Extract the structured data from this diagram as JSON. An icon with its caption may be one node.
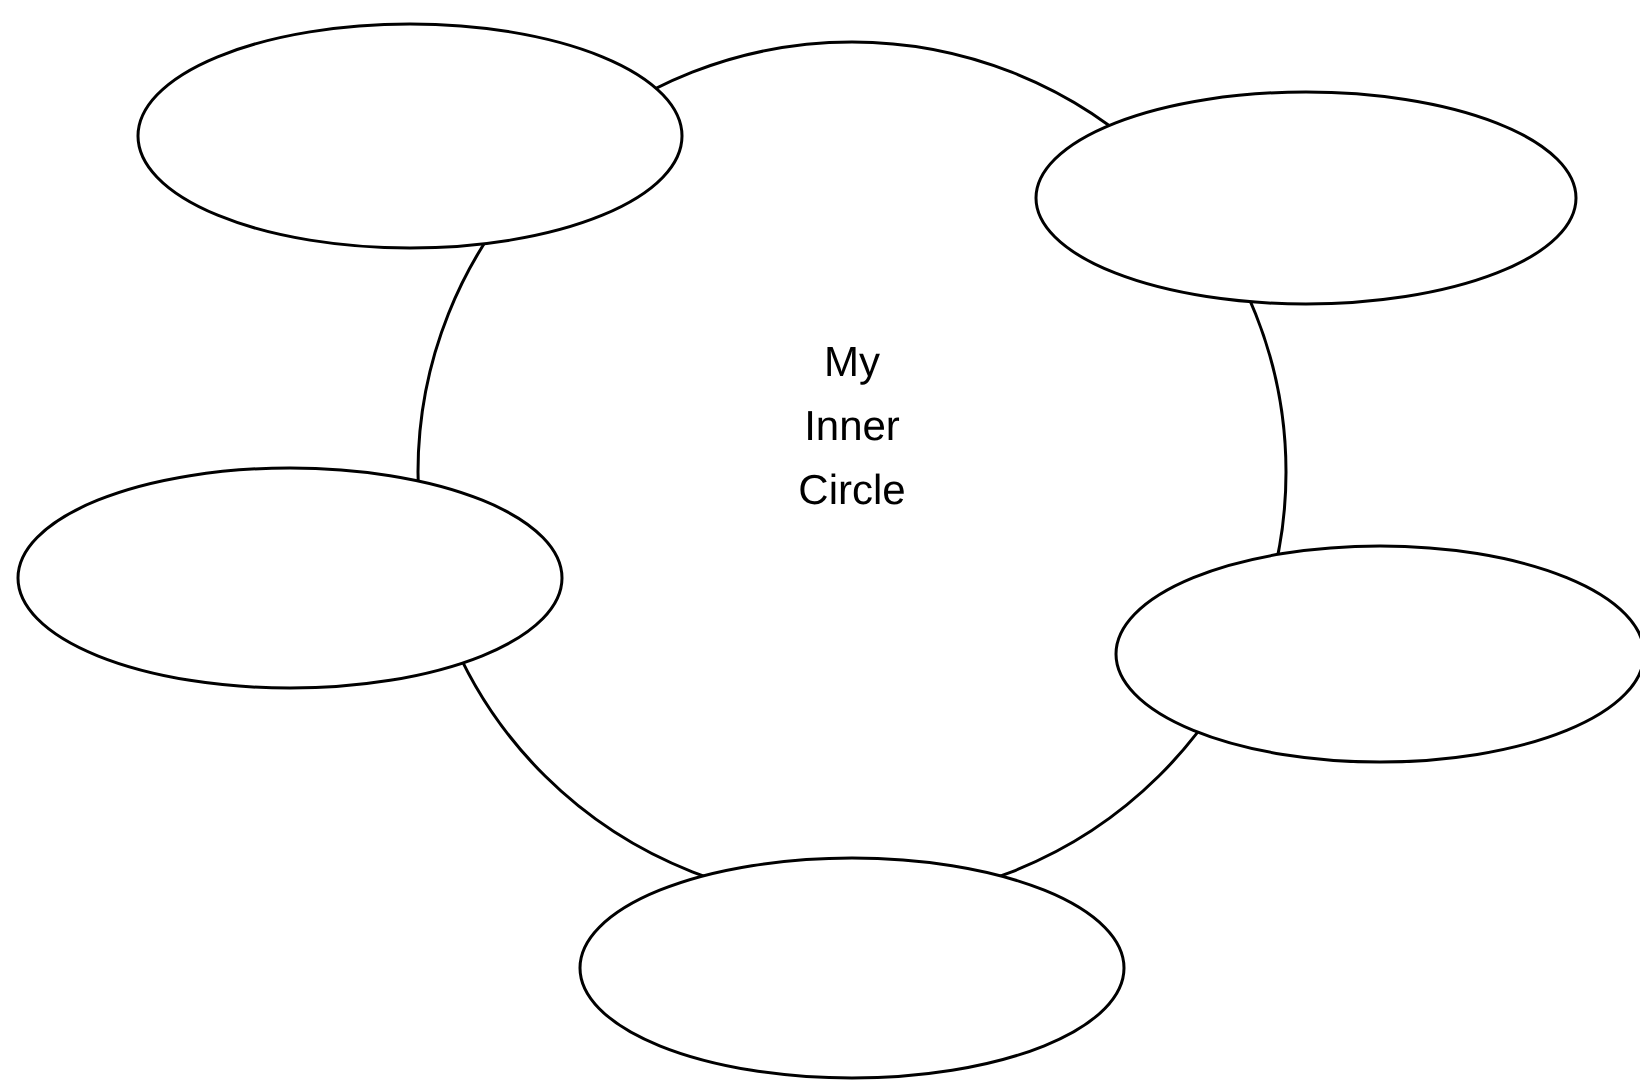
{
  "diagram": {
    "nodes": [
      {
        "text": [
          "My Inner Circle"
        ]
      },
      {
        "text": [],
        "shape": "ellipse"
      },
      {
        "text": [],
        "shape": "ellipse"
      },
      {
        "text": [],
        "shape": "ellipse"
      },
      {
        "text": [],
        "shape": "ellipse"
      },
      {
        "text": [],
        "shape": "ellipse"
      }
    ],
    "edges": []
  }
}
